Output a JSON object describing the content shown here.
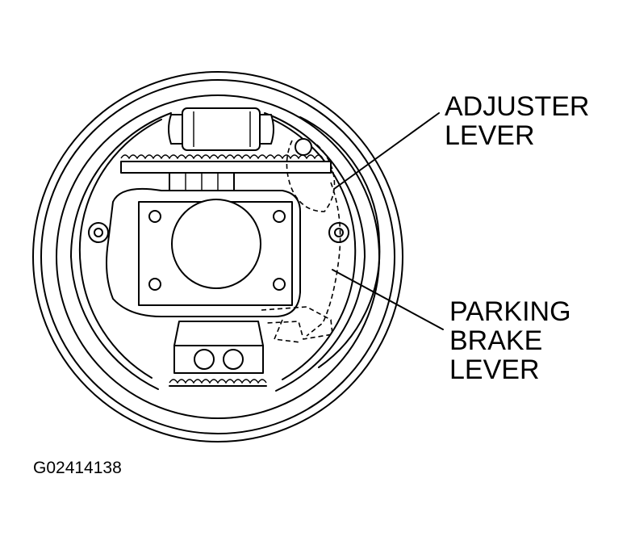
{
  "callouts": {
    "adjuster_lever": [
      "ADJUSTER",
      "LEVER"
    ],
    "parking_brake_lever": [
      "PARKING",
      "BRAKE",
      "LEVER"
    ]
  },
  "figure_id": "G02414138"
}
